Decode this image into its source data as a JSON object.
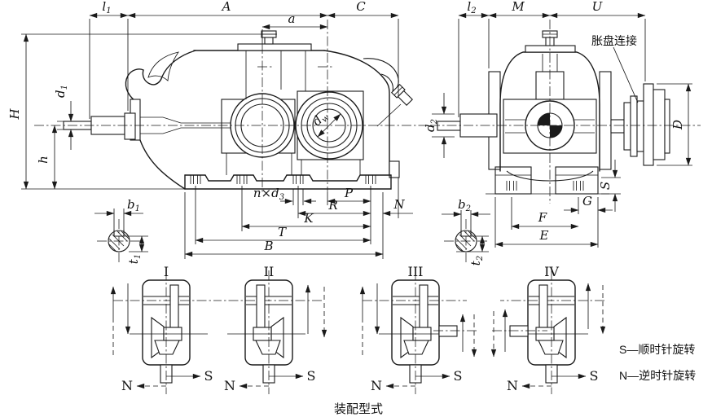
{
  "colors": {
    "ink": "#1a1a1a",
    "paper": "#ffffff"
  },
  "caption": "装配型式",
  "legend": {
    "s": "S—顺时针旋转",
    "n": "N—逆时针旋转"
  },
  "side_view": {
    "dims": {
      "l1": {
        "base": "l",
        "sub": "1"
      },
      "A": {
        "base": "A"
      },
      "C": {
        "base": "C"
      },
      "a": {
        "base": "a"
      },
      "H": {
        "base": "H"
      },
      "h": {
        "base": "h"
      },
      "d1": {
        "base": "d",
        "sub": "1"
      },
      "dw": {
        "base": "d",
        "sub": "w"
      },
      "nd3": {
        "base": "n×d",
        "sub": "3"
      },
      "P": {
        "base": "P"
      },
      "R": {
        "base": "R"
      },
      "N": {
        "base": "N"
      },
      "K": {
        "base": "K"
      },
      "T": {
        "base": "T"
      },
      "B": {
        "base": "B"
      },
      "b1": {
        "base": "b",
        "sub": "1"
      },
      "t1": {
        "base": "t",
        "sub": "1"
      }
    }
  },
  "front_view": {
    "coupling_label": "胀盘连接",
    "dims": {
      "l2": {
        "base": "l",
        "sub": "2"
      },
      "M": {
        "base": "M"
      },
      "U": {
        "base": "U"
      },
      "D": {
        "base": "D"
      },
      "d2": {
        "base": "d",
        "sub": "2"
      },
      "S": {
        "base": "S"
      },
      "G": {
        "base": "G"
      },
      "F": {
        "base": "F"
      },
      "E": {
        "base": "E"
      },
      "b2": {
        "base": "b",
        "sub": "2"
      },
      "t2": {
        "base": "t",
        "sub": "2"
      }
    }
  },
  "assembly": {
    "variants": [
      {
        "numeral": "I"
      },
      {
        "numeral": "II"
      },
      {
        "numeral": "III"
      },
      {
        "numeral": "IV"
      }
    ],
    "cw_label": "S",
    "ccw_label": "N"
  }
}
